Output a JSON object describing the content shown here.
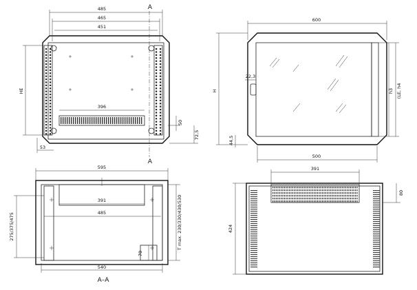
{
  "front_view": {
    "dims": {
      "w485": "485",
      "w465": "465",
      "w451": "451",
      "w396": "396",
      "he": "HE",
      "d53": "53",
      "d50": "50",
      "d725": "72,5"
    },
    "section_mark_top": "A",
    "section_mark_bottom": "A"
  },
  "glass_view": {
    "dims": {
      "w600": "600",
      "w500": "500",
      "h": "H",
      "h3": "h3",
      "hle": "(LE, h4",
      "d223": "22,3",
      "d445": "44,5"
    }
  },
  "section_view": {
    "dims": {
      "w595": "595",
      "w391": "391",
      "w485": "485",
      "w540": "540",
      "v1": "275/375/475",
      "v2": "T max. 230/330/430/530",
      "d70": "70"
    },
    "caption": "A–A"
  },
  "top_view": {
    "dims": {
      "w391": "391",
      "d424": "424",
      "d80": "80"
    }
  }
}
